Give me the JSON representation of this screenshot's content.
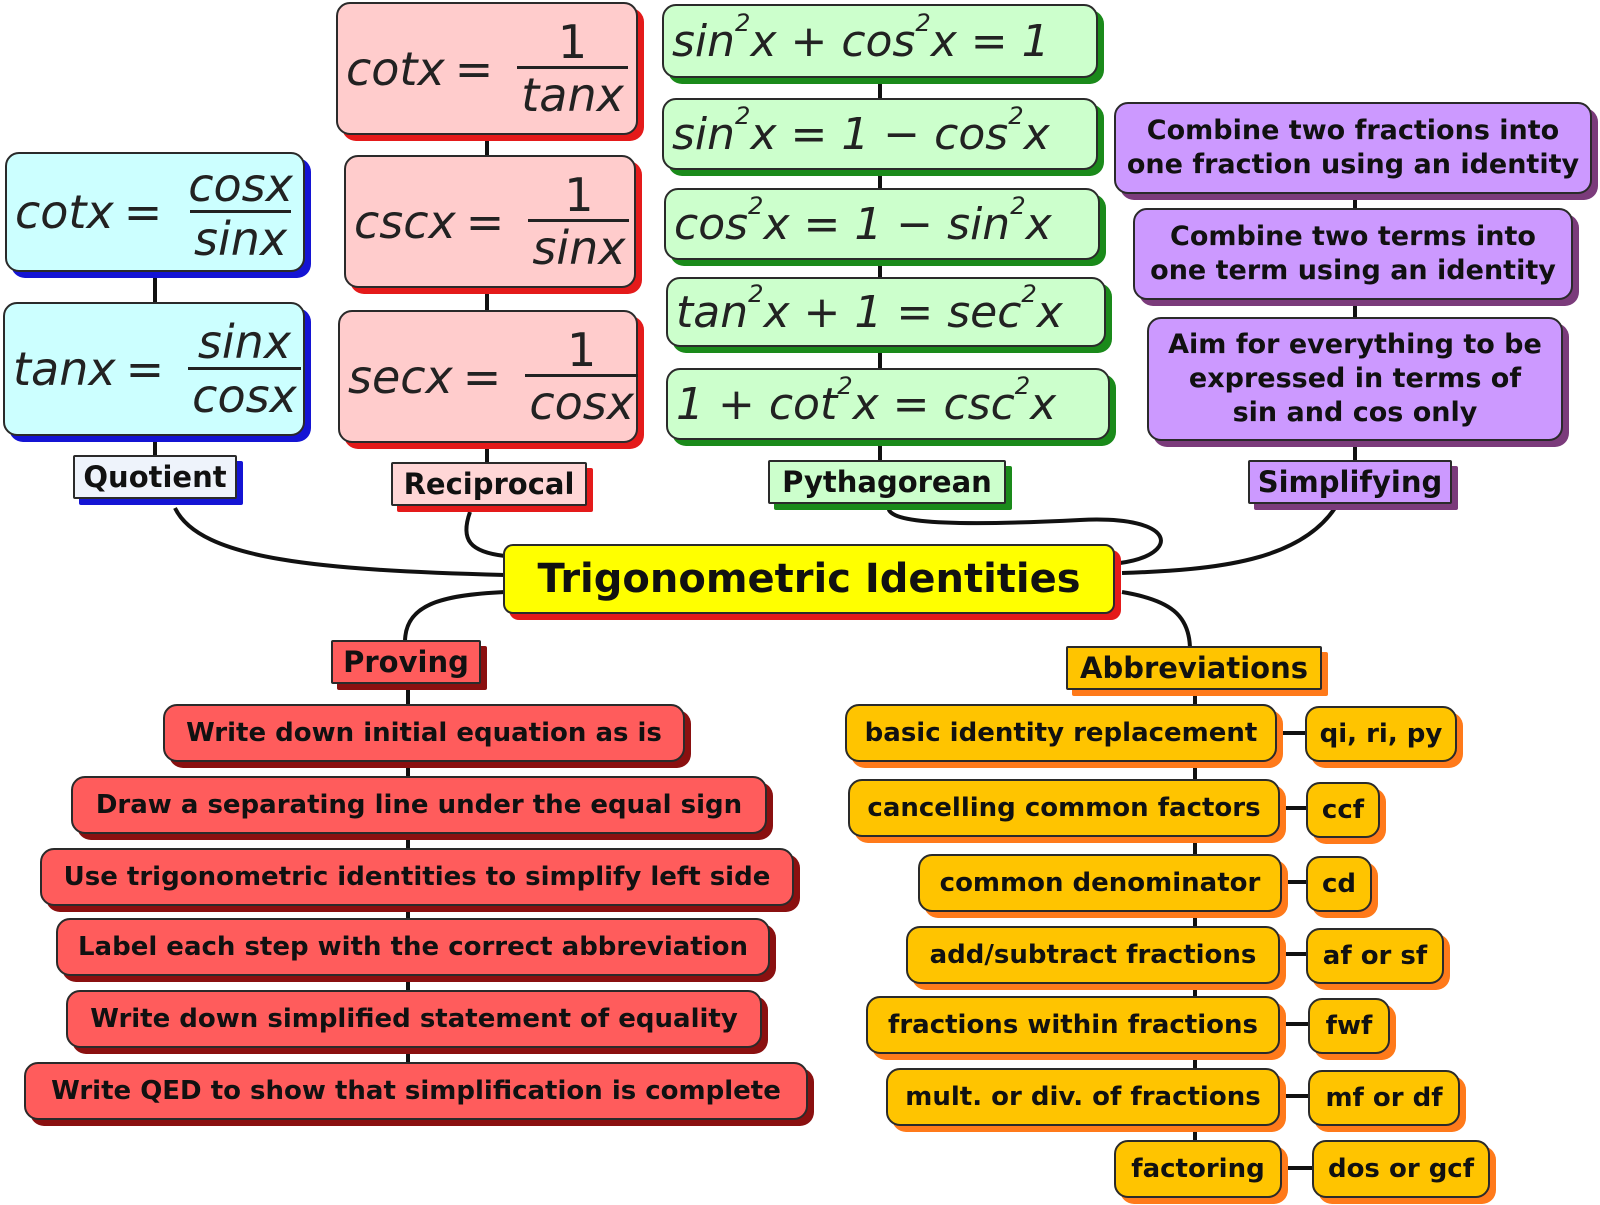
{
  "title": "Trigonometric Identities",
  "categories": {
    "quotient": "Quotient",
    "reciprocal": "Reciprocal",
    "pythagorean": "Pythagorean",
    "simplifying": "Simplifying",
    "proving": "Proving",
    "abbreviations": "Abbreviations"
  },
  "quotient": {
    "cot": {
      "lhs": "cotx",
      "eq": "=",
      "num": "cosx",
      "den": "sinx"
    },
    "tan": {
      "lhs": "tanx",
      "eq": "=",
      "num": "sinx",
      "den": "cosx"
    }
  },
  "reciprocal": {
    "cot": {
      "lhs": "cotx",
      "eq": "=",
      "num": "1",
      "den": "tanx"
    },
    "csc": {
      "lhs": "cscx",
      "eq": "=",
      "num": "1",
      "den": "sinx"
    },
    "sec": {
      "lhs": "secx",
      "eq": "=",
      "num": "1",
      "den": "cosx"
    }
  },
  "pythagorean": {
    "p1": {
      "a": "sin",
      "sa": "2",
      "b": "x + cos",
      "sb": "2",
      "c": "x = 1"
    },
    "p2": {
      "a": "sin",
      "sa": "2",
      "b": "x = 1 − cos",
      "sb": "2",
      "c": "x"
    },
    "p3": {
      "a": "cos",
      "sa": "2",
      "b": "x = 1 − sin",
      "sb": "2",
      "c": "x"
    },
    "p4": {
      "a": "tan",
      "sa": "2",
      "b": "x + 1 = sec",
      "sb": "2",
      "c": "x"
    },
    "p5": {
      "a": "1 + cot",
      "sa": "2",
      "b": "x = csc",
      "sb": "2",
      "c": "x"
    }
  },
  "simplifying": [
    "Combine two fractions into one fraction using an identity",
    "Combine two terms into one term using an identity",
    "Aim for everything to be expressed in terms of sin and cos only"
  ],
  "proving": [
    "Write down initial equation as is",
    "Draw a separating line under the equal sign",
    "Use trigonometric identities to simplify left side",
    "Label each step with the correct abbreviation",
    "Write down simplified statement of equality",
    "Write QED to show that simplification is complete"
  ],
  "abbreviations": [
    {
      "term": "basic identity replacement",
      "abbr": "qi, ri, py"
    },
    {
      "term": "cancelling common factors",
      "abbr": "ccf"
    },
    {
      "term": "common denominator",
      "abbr": "cd"
    },
    {
      "term": "add/subtract fractions",
      "abbr": "af or sf"
    },
    {
      "term": "fractions within fractions",
      "abbr": "fwf"
    },
    {
      "term": "mult. or div. of fractions",
      "abbr": "mf or df"
    },
    {
      "term": "factoring",
      "abbr": "dos or gcf"
    }
  ],
  "colors": {
    "quotient": "#ccffff",
    "reciprocal": "#ffcccc",
    "pythagorean": "#ccffcc",
    "simplifying": "#cc99ff",
    "proving": "#ff5c5c",
    "abbreviations": "#ffc400",
    "title": "#ffff00"
  }
}
